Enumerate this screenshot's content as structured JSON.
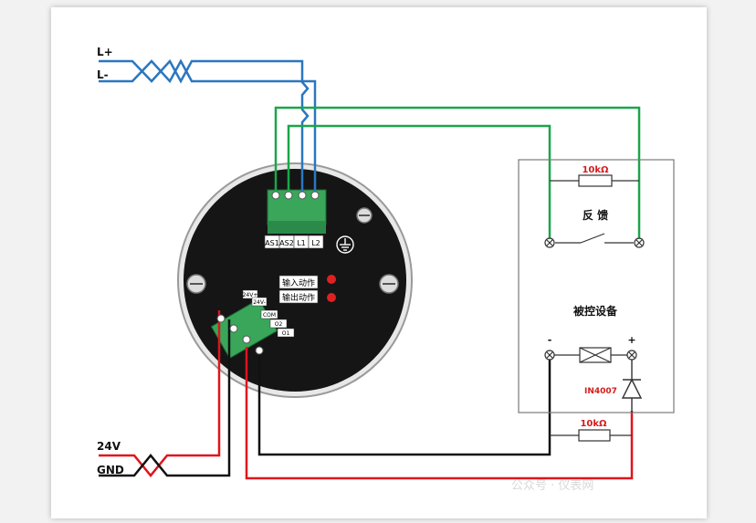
{
  "bus_labels": {
    "power_pos": "L+",
    "power_neg": "L-",
    "dc_24v": "24V",
    "gnd": "GND"
  },
  "top_terminal_labels": [
    "AS1",
    "AS2",
    "L1",
    "L2"
  ],
  "side_terminal_labels": [
    "24V+",
    "24V-",
    "COM",
    "O2",
    "O1"
  ],
  "indicator_labels": {
    "input_action": "输入动作",
    "output_action": "输出动作"
  },
  "feedback_box": {
    "resistor": "10kΩ",
    "title": "反 馈"
  },
  "controlled_device": {
    "title": "被控设备",
    "minus": "-",
    "plus": "+"
  },
  "diode": "IN4007",
  "bottom_resistor": "10kΩ",
  "watermark": "公众号 · 仪表网",
  "colors": {
    "blue": "#2a77c0",
    "green": "#1aa64a",
    "red": "#e0141c",
    "black": "#111111",
    "label_red": "#d41c1c"
  }
}
